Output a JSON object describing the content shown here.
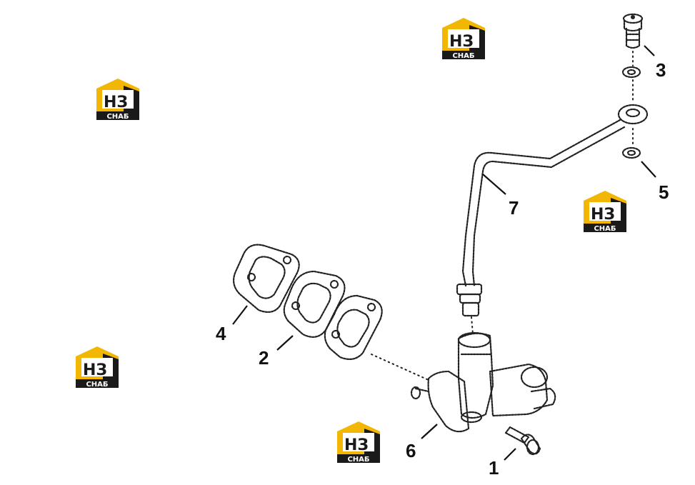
{
  "watermark": {
    "letters": "НЗ",
    "caption": "СНАБ",
    "colors": {
      "house": "#f2b705",
      "dark": "#1a1a1a",
      "text_light": "#ffffff"
    }
  },
  "callouts": [
    "1",
    "2",
    "3",
    "4",
    "5",
    "6",
    "7"
  ]
}
